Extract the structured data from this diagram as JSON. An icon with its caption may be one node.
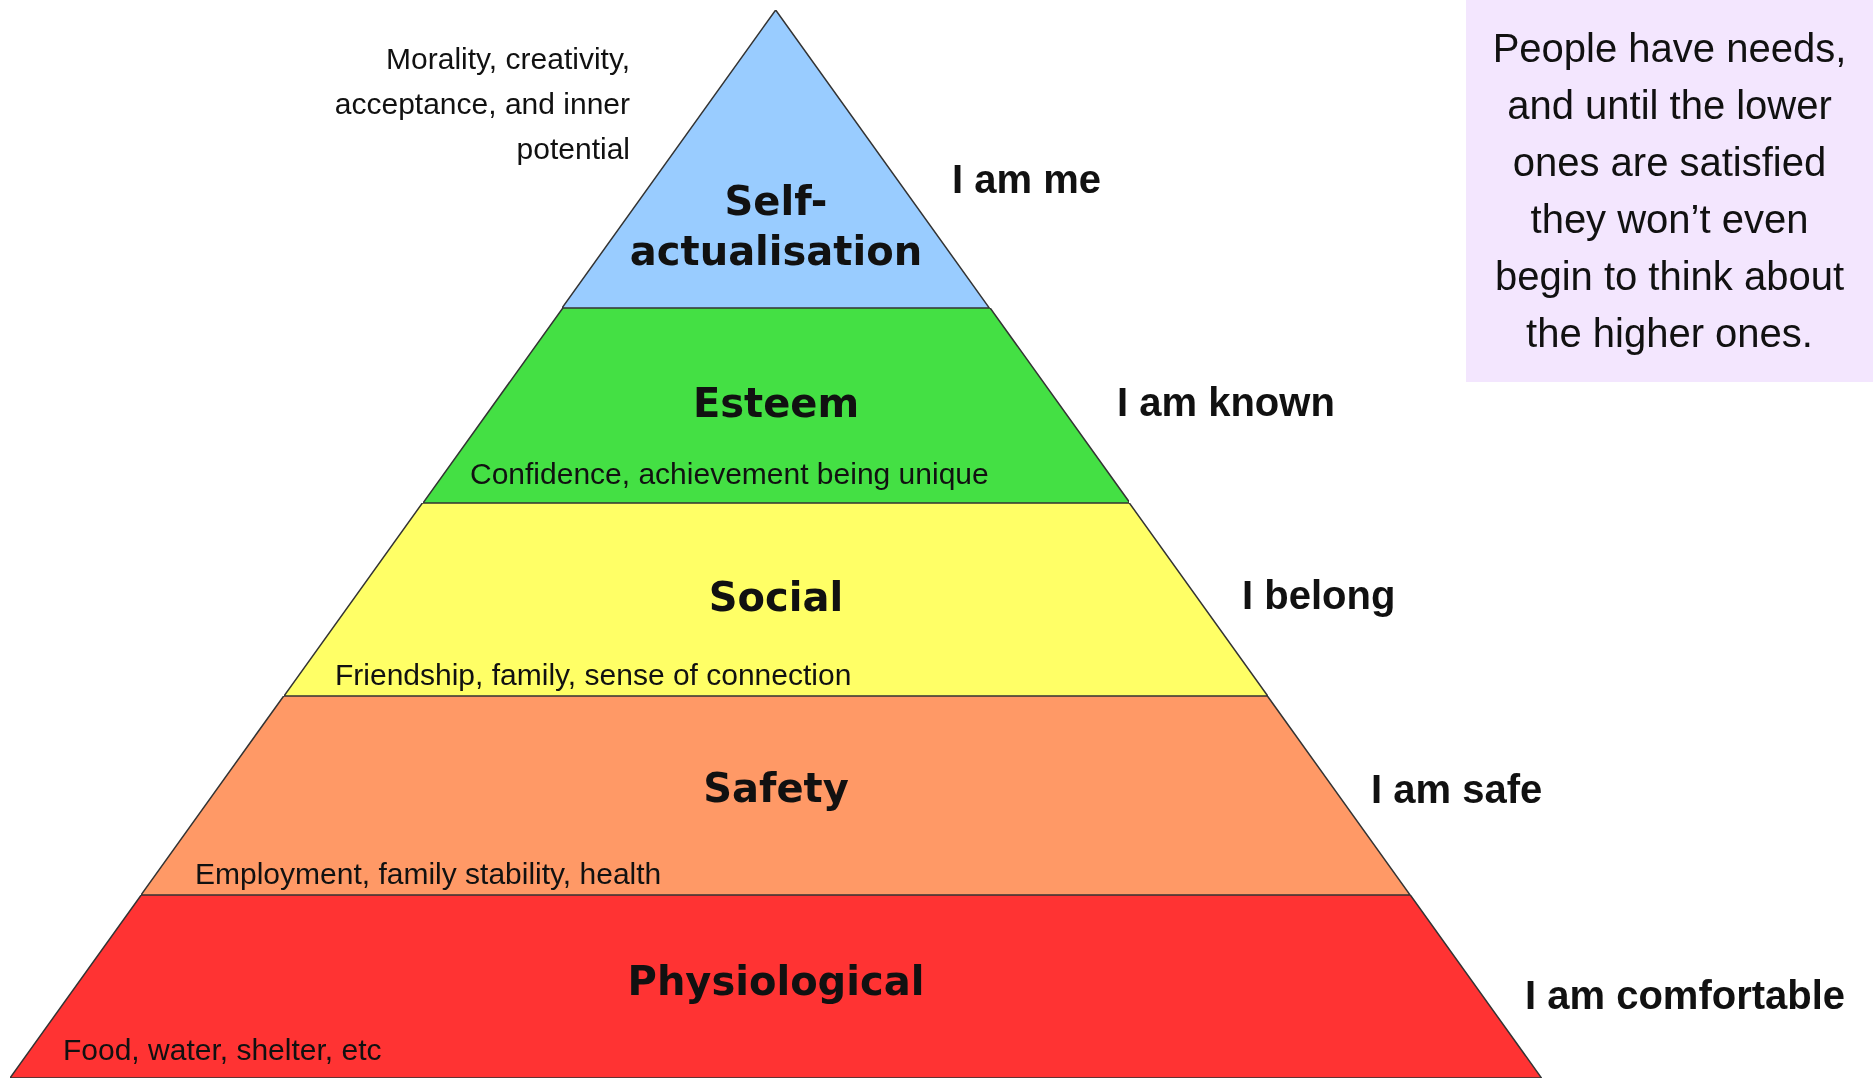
{
  "diagram": {
    "nodes": [
      {
        "text": [
          "Self-actualisation"
        ],
        "beside": [
          "Morality, creativity, acceptance, and inner potential",
          "I am me"
        ]
      },
      {
        "text": [
          "Esteem",
          "Confidence, achievement being unique"
        ],
        "beside": [
          "I am known"
        ]
      },
      {
        "text": [
          "Social",
          "Friendship, family, sense of connection"
        ],
        "beside": [
          "I belong"
        ]
      },
      {
        "text": [
          "Safety",
          "Employment, family stability, health"
        ],
        "beside": [
          "I am safe"
        ]
      },
      {
        "text": [
          "Physiological",
          "Food, water, shelter, etc"
        ],
        "beside": [
          "I am comfortable"
        ]
      },
      {
        "text": [
          "People have needs, and until the lower ones are satisfied they won’t even begin to think about the higher ones."
        ]
      }
    ]
  }
}
